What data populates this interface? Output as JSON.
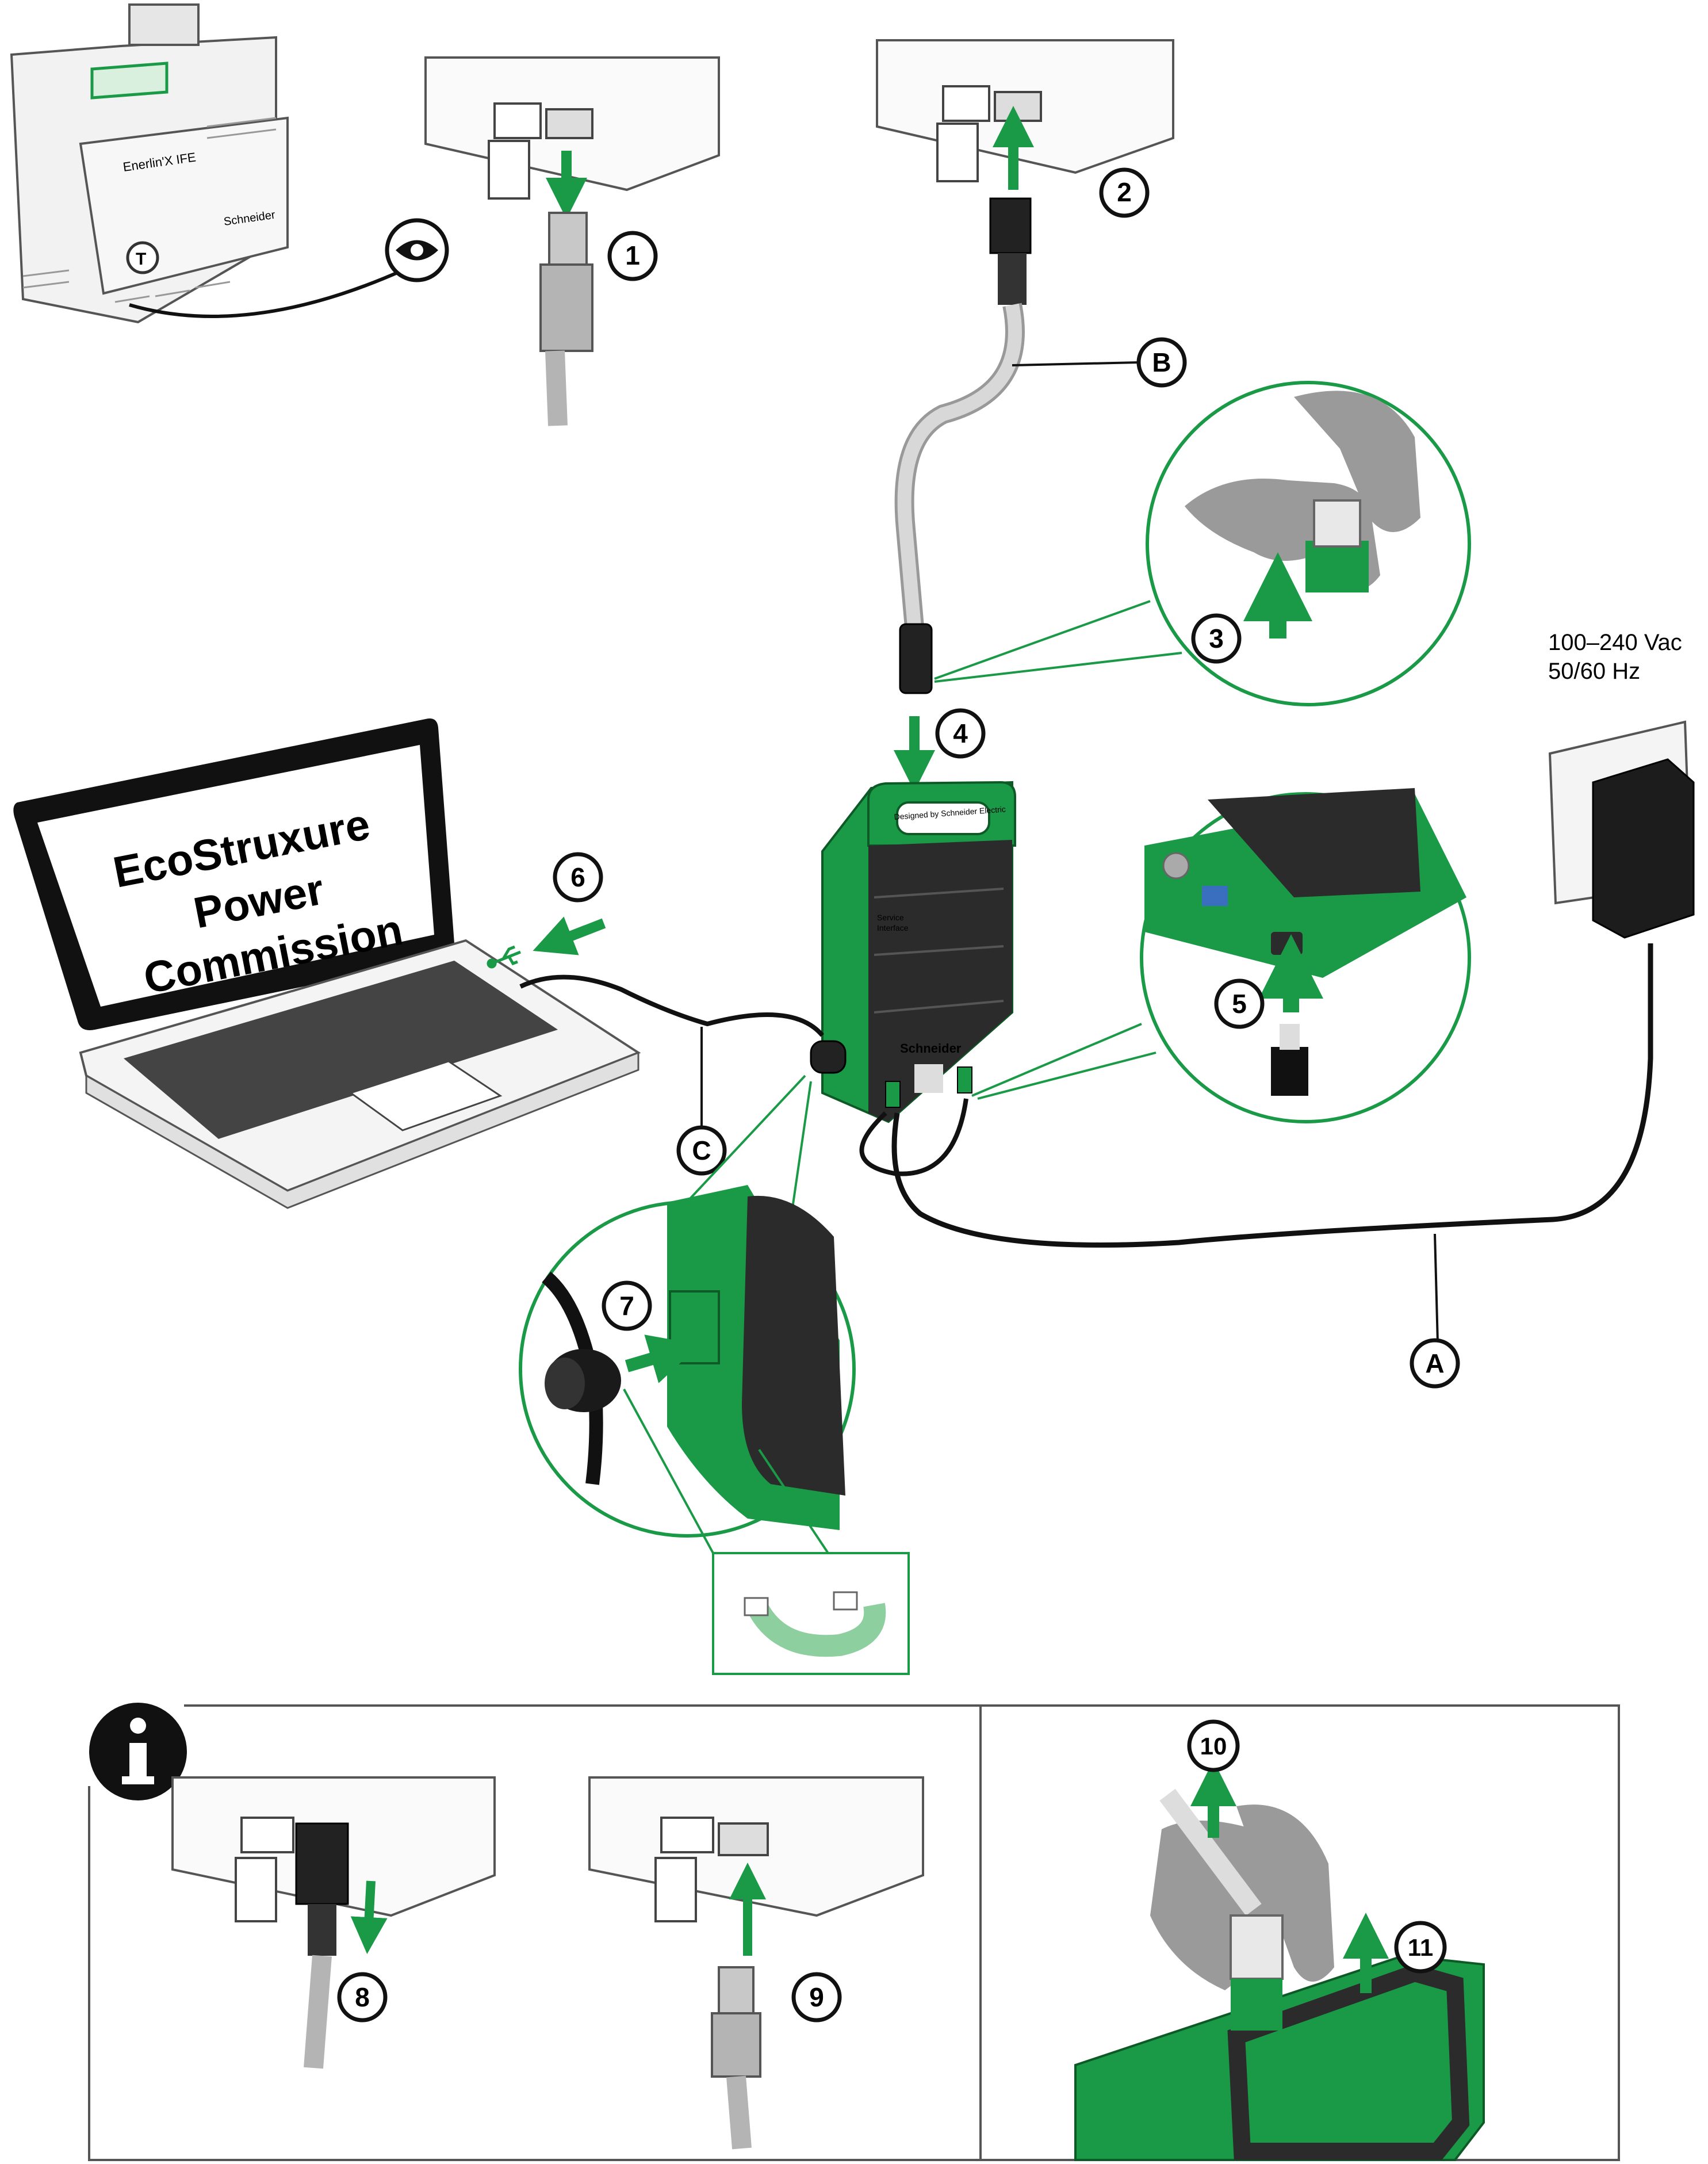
{
  "steps": [
    "1",
    "2",
    "3",
    "4",
    "5",
    "6",
    "7",
    "8",
    "9",
    "10",
    "11"
  ],
  "callouts": {
    "a": "A",
    "b": "B",
    "c": "C"
  },
  "power_spec": {
    "line1": "100–240 Vac",
    "line2": "50/60 Hz"
  },
  "laptop_screen": {
    "line1": "EcoStruxure",
    "line2": "Power",
    "line3": "Commission"
  },
  "device": {
    "brand": "Schneider",
    "tagline": "Designed by Schneider Electric",
    "service_label": "Service",
    "service_label2": "Interface"
  },
  "meter": {
    "model": "Enerlin'X IFE",
    "brand": "Schneider"
  },
  "info_icon": "info-icon",
  "icons": [
    "eye-icon",
    "usb-icon",
    "magnet-icon"
  ],
  "colors": {
    "green": "#1a9a47",
    "dark_green": "#0d7a35",
    "black": "#111111",
    "grey": "#b4b4b4",
    "light_grey": "#dcdcdc"
  }
}
